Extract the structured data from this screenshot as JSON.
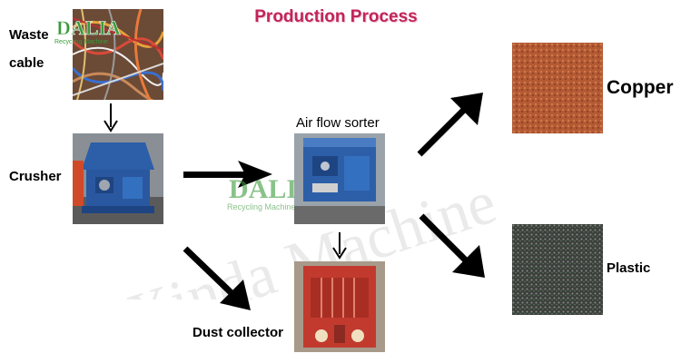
{
  "title": "Production Process",
  "labels": {
    "waste_line1": "Waste",
    "waste_line2": "cable",
    "crusher": "Crusher",
    "air_flow_sorter": "Air flow sorter",
    "dust_collector": "Dust collector",
    "copper": "Copper",
    "plastic": "Plastic"
  },
  "brand": {
    "logo_text": "DALIA",
    "logo_sub": "Recycling Machine",
    "watermark": "Xinda Machine"
  },
  "colors": {
    "title": "#c0245a",
    "logo_green": "#3a9a3a",
    "machine_blue": "#2c5fa8",
    "copper": "#b35a34",
    "plastic": "#3c3f3c",
    "collector_red": "#c23a2e",
    "arrow": "#000000"
  }
}
